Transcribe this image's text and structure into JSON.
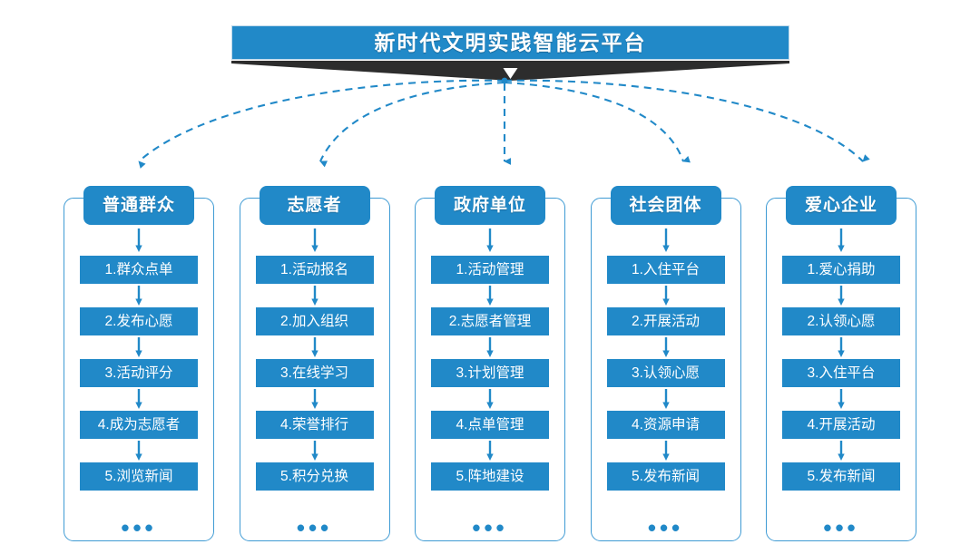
{
  "banner": {
    "title": "新时代文明实践智能云平台",
    "color": "#2189c8",
    "ribbon_color": "#2d2d2d"
  },
  "theme": {
    "accent": "#2189c8",
    "card_border": "#3f9bd4",
    "dashed_connector": "#2189c8",
    "background": "#ffffff"
  },
  "ellipsis": "•••",
  "columns": [
    {
      "id": "ordinary-public",
      "header": "普通群众",
      "steps": [
        "1.群众点单",
        "2.发布心愿",
        "3.活动评分",
        "4.成为志愿者",
        "5.浏览新闻"
      ]
    },
    {
      "id": "volunteer",
      "header": "志愿者",
      "steps": [
        "1.活动报名",
        "2.加入组织",
        "3.在线学习",
        "4.荣誉排行",
        "5.积分兑换"
      ]
    },
    {
      "id": "government-unit",
      "header": "政府单位",
      "steps": [
        "1.活动管理",
        "2.志愿者管理",
        "3.计划管理",
        "4.点单管理",
        "5.阵地建设"
      ]
    },
    {
      "id": "social-group",
      "header": "社会团体",
      "steps": [
        "1.入住平台",
        "2.开展活动",
        "3.认领心愿",
        "4.资源申请",
        "5.发布新闻"
      ]
    },
    {
      "id": "caring-enterprise",
      "header": "爱心企业",
      "steps": [
        "1.爱心捐助",
        "2.认领心愿",
        "3.入住平台",
        "4.开展活动",
        "5.发布新闻"
      ]
    }
  ]
}
